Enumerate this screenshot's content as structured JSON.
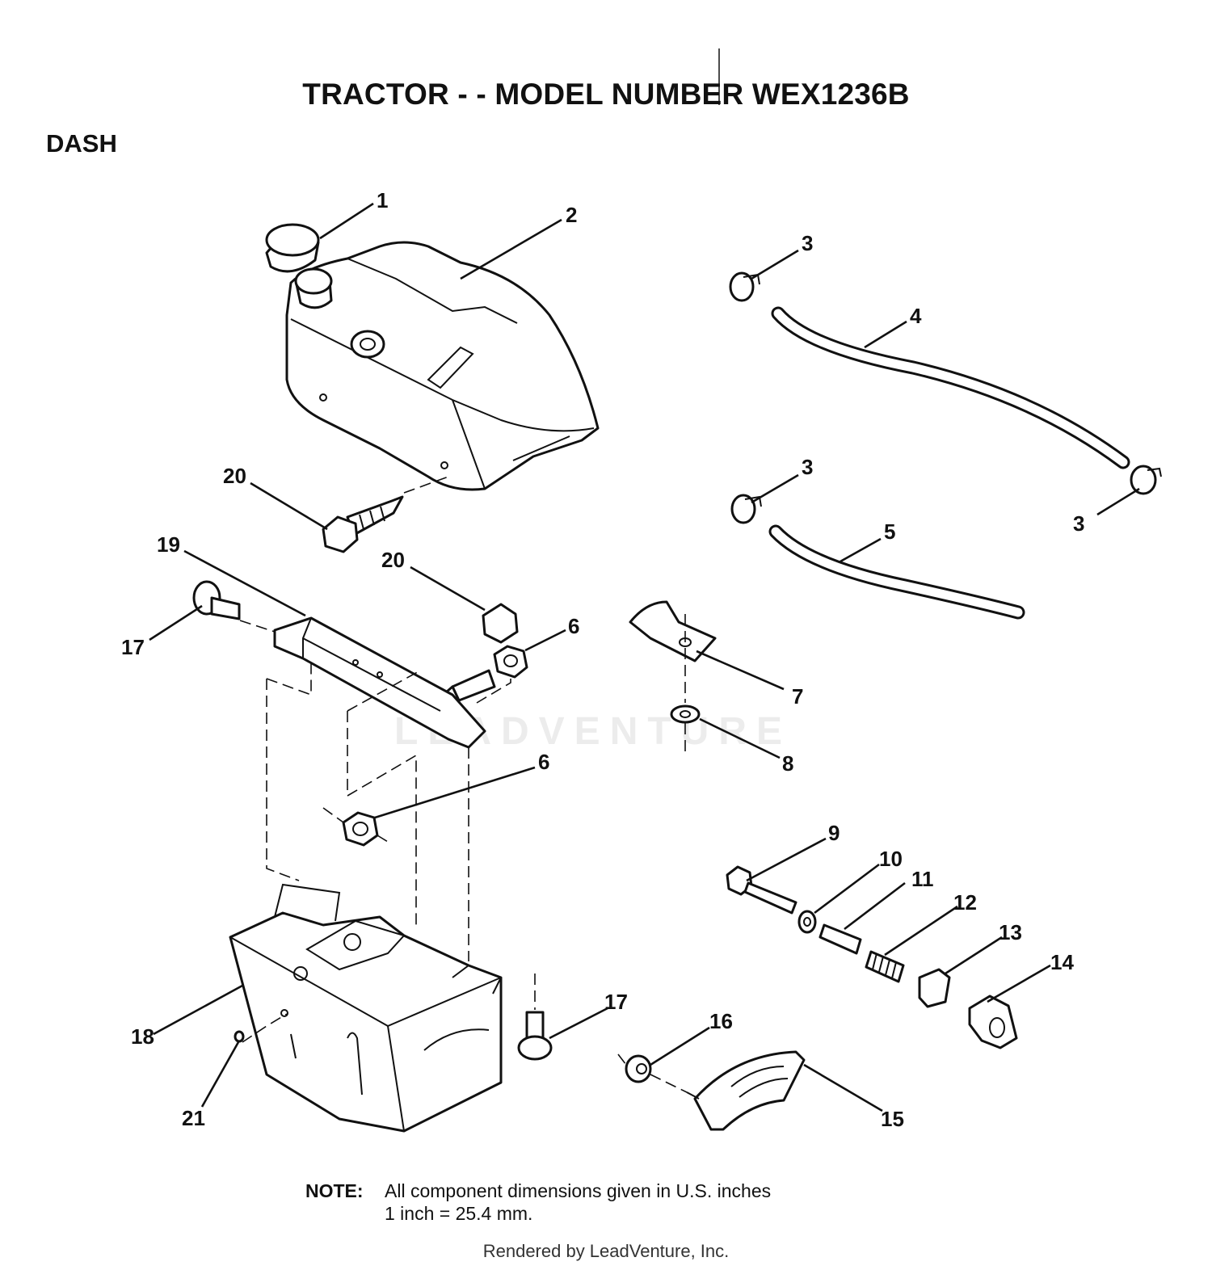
{
  "title": "TRACTOR - - MODEL NUMBER WEX1236B",
  "section": "DASH",
  "watermark": "LEADVENTURE",
  "note": {
    "label": "NOTE:",
    "line1": "All component dimensions given in U.S. inches",
    "line2": "1 inch = 25.4 mm."
  },
  "footer": "Rendered by LeadVenture, Inc.",
  "callouts": {
    "c1": "1",
    "c2": "2",
    "c3a": "3",
    "c3b": "3",
    "c3c": "3",
    "c4": "4",
    "c5": "5",
    "c6a": "6",
    "c6b": "6",
    "c7": "7",
    "c8": "8",
    "c9": "9",
    "c10": "10",
    "c11": "11",
    "c12": "12",
    "c13": "13",
    "c14": "14",
    "c15": "15",
    "c16": "16",
    "c17a": "17",
    "c17b": "17",
    "c18": "18",
    "c19": "19",
    "c20a": "20",
    "c20b": "20",
    "c21": "21"
  }
}
